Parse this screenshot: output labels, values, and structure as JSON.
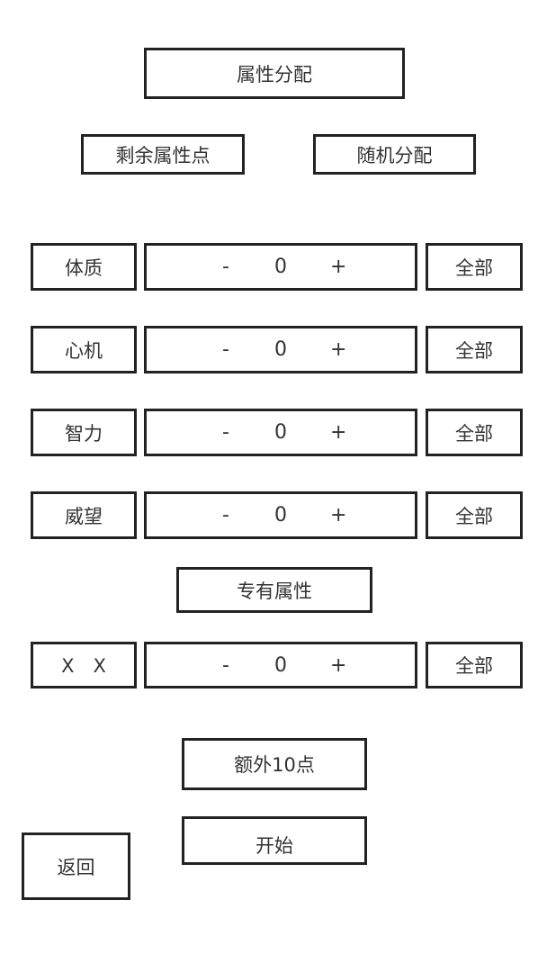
{
  "title": "属性分配",
  "remaining_label": "剩余属性点",
  "random_label": "随机分配",
  "attributes": [
    {
      "name": "体质",
      "value": "0",
      "minus": "-",
      "plus": "+",
      "all": "全部"
    },
    {
      "name": "心机",
      "value": "0",
      "minus": "-",
      "plus": "+",
      "all": "全部"
    },
    {
      "name": "智力",
      "value": "0",
      "minus": "-",
      "plus": "+",
      "all": "全部"
    },
    {
      "name": "威望",
      "value": "0",
      "minus": "-",
      "plus": "+",
      "all": "全部"
    }
  ],
  "exclusive_header": "专有属性",
  "exclusive": {
    "name": "X　X",
    "value": "0",
    "minus": "-",
    "plus": "+",
    "all": "全部"
  },
  "extra_label": "额外10点",
  "start_label": "开始",
  "back_label": "返回"
}
